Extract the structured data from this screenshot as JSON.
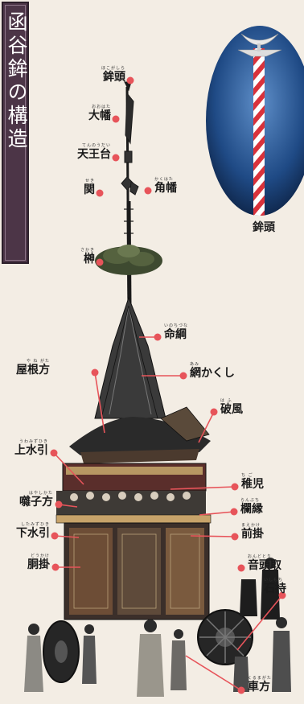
{
  "title": "函谷鉾の構造",
  "inset": {
    "caption": "鉾頭"
  },
  "labels": [
    {
      "id": "hokogashira",
      "ruby": "ほこがしら",
      "text": "鉾頭"
    },
    {
      "id": "oohata",
      "ruby": "おおはた",
      "text": "大幡"
    },
    {
      "id": "tennoudai",
      "ruby": "てんのうだい",
      "text": "天王台"
    },
    {
      "id": "seki",
      "ruby": "せき",
      "text": "関"
    },
    {
      "id": "kakuhata",
      "ruby": "かくはた",
      "text": "角幡"
    },
    {
      "id": "sakaki",
      "ruby": "さかき",
      "text": "榊"
    },
    {
      "id": "inochizuna",
      "ruby": "いのちづな",
      "text": "命綱"
    },
    {
      "id": "yanegata",
      "ruby": "や ね がた",
      "text": "屋根方"
    },
    {
      "id": "amikakushi",
      "ruby": "あみ",
      "text": "網かくし"
    },
    {
      "id": "hafu",
      "ruby": "は ふ",
      "text": "破風"
    },
    {
      "id": "uwamizuhiki",
      "ruby": "うわみずひき",
      "text": "上水引"
    },
    {
      "id": "chigo",
      "ruby": "ち ご",
      "text": "稚児"
    },
    {
      "id": "hayashikata",
      "ruby": "はやしかた",
      "text": "囃子方"
    },
    {
      "id": "ranbuchi",
      "ruby": "らんぶち",
      "text": "欄縁"
    },
    {
      "id": "shitamizuhiki",
      "ruby": "したみずひき",
      "text": "下水引"
    },
    {
      "id": "maekake",
      "ruby": "まえかけ",
      "text": "前掛"
    },
    {
      "id": "doukake",
      "ruby": "どうかけ",
      "text": "胴掛"
    },
    {
      "id": "ondotori",
      "ruby": "おんどとり",
      "text": "音頭取"
    },
    {
      "id": "ishimochi",
      "ruby": "いしもち",
      "text": "石持"
    },
    {
      "id": "kurumakata",
      "ruby": "くるまがた",
      "text": "車方"
    }
  ],
  "colors": {
    "accent": "#e7545a",
    "title_panel": "#4c3547",
    "inset_sky": "#1c3f73",
    "background": "#f3ede4"
  }
}
